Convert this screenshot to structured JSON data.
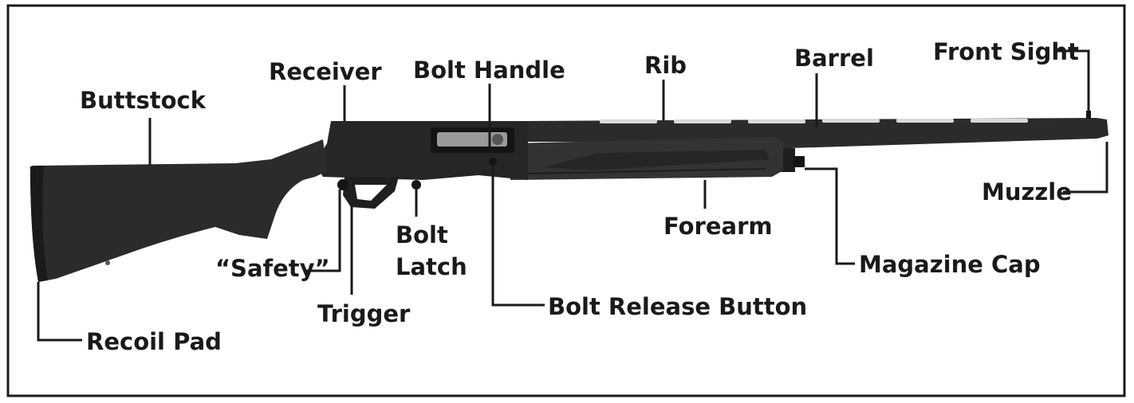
{
  "diagram": {
    "labels": {
      "buttstock": "Buttstock",
      "receiver": "Receiver",
      "bolt_handle": "Bolt Handle",
      "rib": "Rib",
      "barrel": "Barrel",
      "front_sight": "Front Sight",
      "muzzle": "Muzzle",
      "forearm": "Forearm",
      "magazine_cap": "Magazine Cap",
      "bolt_latch_line1": "Bolt",
      "bolt_latch_line2": "Latch",
      "bolt_release_button": "Bolt Release Button",
      "safety": "“Safety”",
      "trigger": "Trigger",
      "recoil_pad": "Recoil Pad"
    },
    "colors": {
      "border": "#1a1a1a",
      "gun_body": "#2b2b2b",
      "gun_dark": "#141414",
      "rib_highlight": "#d9d9d9",
      "bolt_highlight": "#9a9a9a"
    }
  }
}
